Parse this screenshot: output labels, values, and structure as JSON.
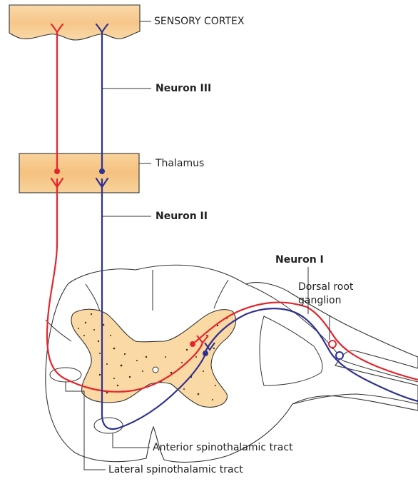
{
  "labels": {
    "sensory_cortex": "SENSORY CORTEX",
    "neuron_3": "Neuron III",
    "thalamus": "Thalamus",
    "neuron_2": "Neuron II",
    "neuron_1": "Neuron I",
    "drg_line1": "Dorsal root",
    "drg_line2": "ganglion",
    "anterior_tract": "Anterior spinothalamic tract",
    "lateral_tract": "Lateral spinothalamic tract"
  },
  "colors": {
    "red_pathway": "#e3262e",
    "blue_pathway": "#2e3192",
    "cortex_fill": "#f7c98a",
    "thalamus_fill": "#f7c98a",
    "grey_matter_fill": "#fbdcaa",
    "outline": "#333333"
  }
}
